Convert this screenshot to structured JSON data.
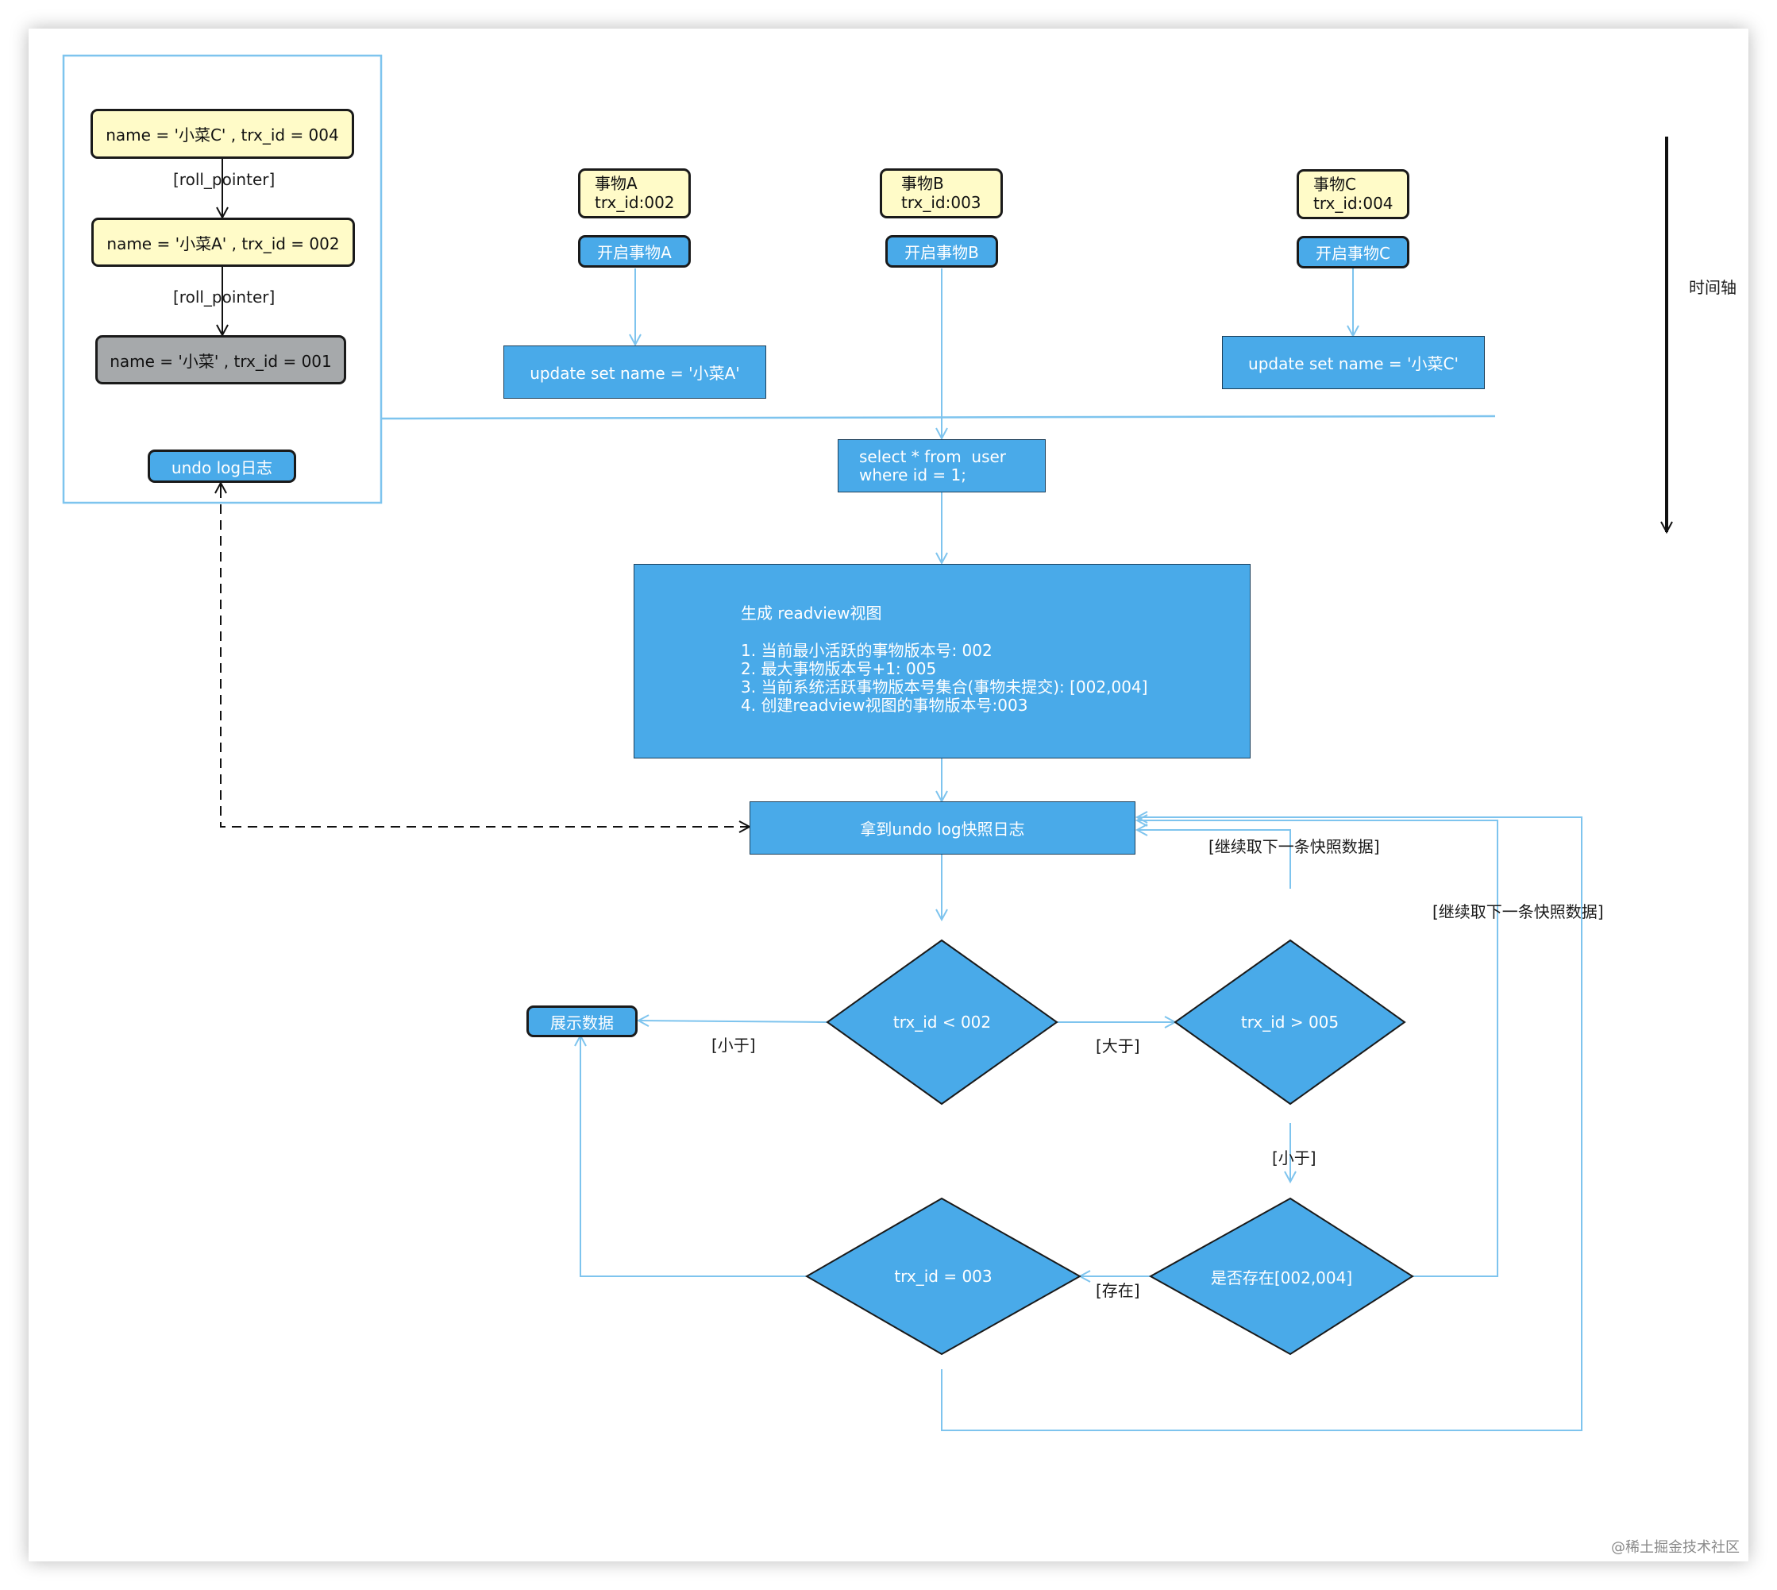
{
  "undo_chain": {
    "version_c": "name = '小菜C' , trx_id = 004",
    "pointer_1": "[roll_pointer]",
    "version_a": "name = '小菜A' , trx_id = 002",
    "pointer_2": "[roll_pointer]",
    "version_base": "name = '小菜' , trx_id = 001",
    "undo_log_label": "undo log日志"
  },
  "transactions": [
    {
      "title": "事物A",
      "trx": "trx_id:002",
      "start": "开启事物A",
      "update": "update set name = '小菜A'"
    },
    {
      "title": "事物B",
      "trx": "trx_id:003",
      "start": "开启事物B",
      "select": "select * from  user\nwhere id = 1;"
    },
    {
      "title": "事物C",
      "trx": "trx_id:004",
      "start": "开启事物C",
      "update": "update set name = '小菜C'"
    }
  ],
  "timeline_label": "时间轴",
  "readview": {
    "title": "生成 readview视图",
    "items": [
      "1. 当前最小活跃的事物版本号: 002",
      "2. 最大事物版本号+1: 005",
      "3. 当前系统活跃事物版本号集合(事物未提交): [002,004]",
      "4. 创建readview视图的事物版本号:003"
    ]
  },
  "snapshot_box": "拿到undo log快照日志",
  "decisions": {
    "lt_min": "trx_id < 002",
    "gt_max": "trx_id > 005",
    "eq_creator": "trx_id = 003",
    "in_active": "是否存在[002,004]"
  },
  "show_data": "展示数据",
  "edge_labels": {
    "less_1": "[小于]",
    "greater": "[大于]",
    "less_2": "[小于]",
    "exists": "[存在]",
    "next_1": "[继续取下一条快照数据]",
    "next_2": "[继续取下一条快照数据]"
  },
  "watermark": "@稀土掘金技术社区",
  "colors": {
    "primary_blue": "#49aae9",
    "line_blue": "#7ec4ee",
    "note_yellow": "#fffbc8",
    "base_grey": "#a6a9ab"
  }
}
